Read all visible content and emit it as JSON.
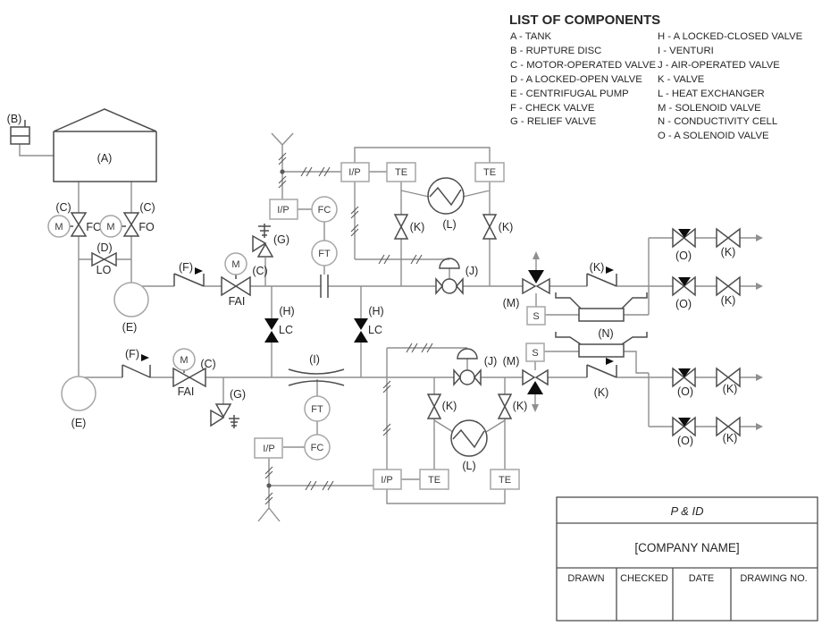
{
  "legend": {
    "title": "LIST OF COMPONENTS",
    "col1": [
      "A - TANK",
      "B - RUPTURE DISC",
      "C - MOTOR-OPERATED VALVE",
      "D - A LOCKED-OPEN VALVE",
      "E - CENTRIFUGAL PUMP",
      "F - CHECK VALVE",
      "G - RELIEF VALVE"
    ],
    "col2": [
      "H - A LOCKED-CLOSED VALVE",
      "I - VENTURI",
      "J - AIR-OPERATED VALVE",
      "K - VALVE",
      "L - HEAT EXCHANGER",
      "M - SOLENOID VALVE",
      "N - CONDUCTIVITY CELL",
      "O - A SOLENOID VALVE"
    ]
  },
  "sym": {
    "A": "(A)",
    "B": "(B)",
    "C": "(C)",
    "D": "(D)",
    "E": "(E)",
    "F": "(F)",
    "G": "(G)",
    "H": "(H)",
    "I": "(I)",
    "J": "(J)",
    "K": "(K)",
    "L": "(L)",
    "M": "(M)",
    "N": "(N)",
    "O": "(O)",
    "FO": "FO",
    "LO": "LO",
    "FAI": "FAI",
    "LC": "LC",
    "motor": "M",
    "S": "S",
    "IP": "I/P",
    "FC": "FC",
    "FT": "FT",
    "TE": "TE"
  },
  "titleblock": {
    "title": "P & ID",
    "company": "[COMPANY NAME]",
    "fields": [
      "DRAWN",
      "CHECKED",
      "DATE",
      "DRAWING NO."
    ]
  }
}
